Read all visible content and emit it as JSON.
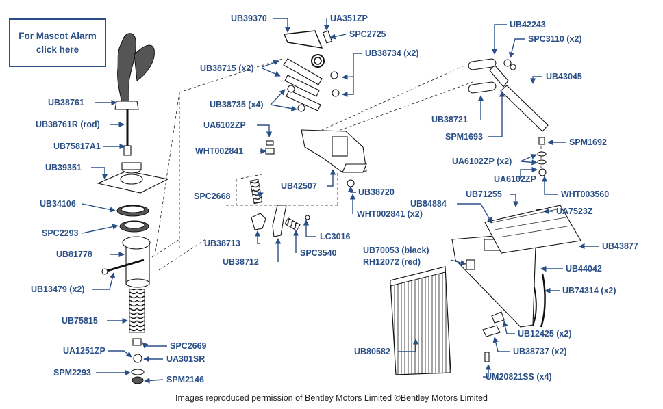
{
  "mascot_link": {
    "line1": "For Mascot Alarm",
    "line2": "click here"
  },
  "credit": "Images reproduced permission of Bentley Motors Limited ©Bentley Motors Limited",
  "accent_color": "#2a4f86",
  "labels": {
    "UB39370": "UB39370",
    "UA351ZP": "UA351ZP",
    "SPC2725": "SPC2725",
    "UB42243": "UB42243",
    "SPC3110": "SPC3110 (x2)",
    "UB38734": "UB38734 (x2)",
    "UB38715": "UB38715 (x2)",
    "UB43045": "UB43045",
    "UB38761": "UB38761",
    "UB38735": "UB38735 (x4)",
    "UB38761R": "UB38761R (rod)",
    "UA6102ZP_a": "UA6102ZP",
    "UB38721": "UB38721",
    "SPM1693": "SPM1693",
    "UB75817A1": "UB75817A1",
    "SPM1692": "SPM1692",
    "WHT002841_a": "WHT002841",
    "UA6102ZP_b": "UA6102ZP (x2)",
    "UB39351": "UB39351",
    "UA6102ZP_c": "UA6102ZP",
    "UB42507": "UB42507",
    "UB38720": "UB38720",
    "WHT003560": "WHT003560",
    "UB71255": "UB71255",
    "SPC2668": "SPC2668",
    "UB84884": "UB84884",
    "UA7523Z": "UA7523Z",
    "UB34106": "UB34106",
    "WHT002841_b": "WHT002841 (x2)",
    "SPC2293": "SPC2293",
    "LC3016": "LC3016",
    "UB38713": "UB38713",
    "UB43877": "UB43877",
    "UB70053": "UB70053 (black)",
    "RH12072": "RH12072 (red)",
    "UB81778": "UB81778",
    "SPC3540": "SPC3540",
    "UB38712": "UB38712",
    "UB44042": "UB44042",
    "UB13479": "UB13479 (x2)",
    "UB74314": "UB74314 (x2)",
    "UB75815": "UB75815",
    "UB12425": "UB12425 (x2)",
    "SPC2669": "SPC2669",
    "UA1251ZP": "UA1251ZP",
    "UB80582": "UB80582",
    "UB38737": "UB38737 (x2)",
    "UA301SR": "UA301SR",
    "SPM2293": "SPM2293",
    "UM20821SS": "UM20821SS (x4)",
    "SPM2146": "SPM2146"
  }
}
